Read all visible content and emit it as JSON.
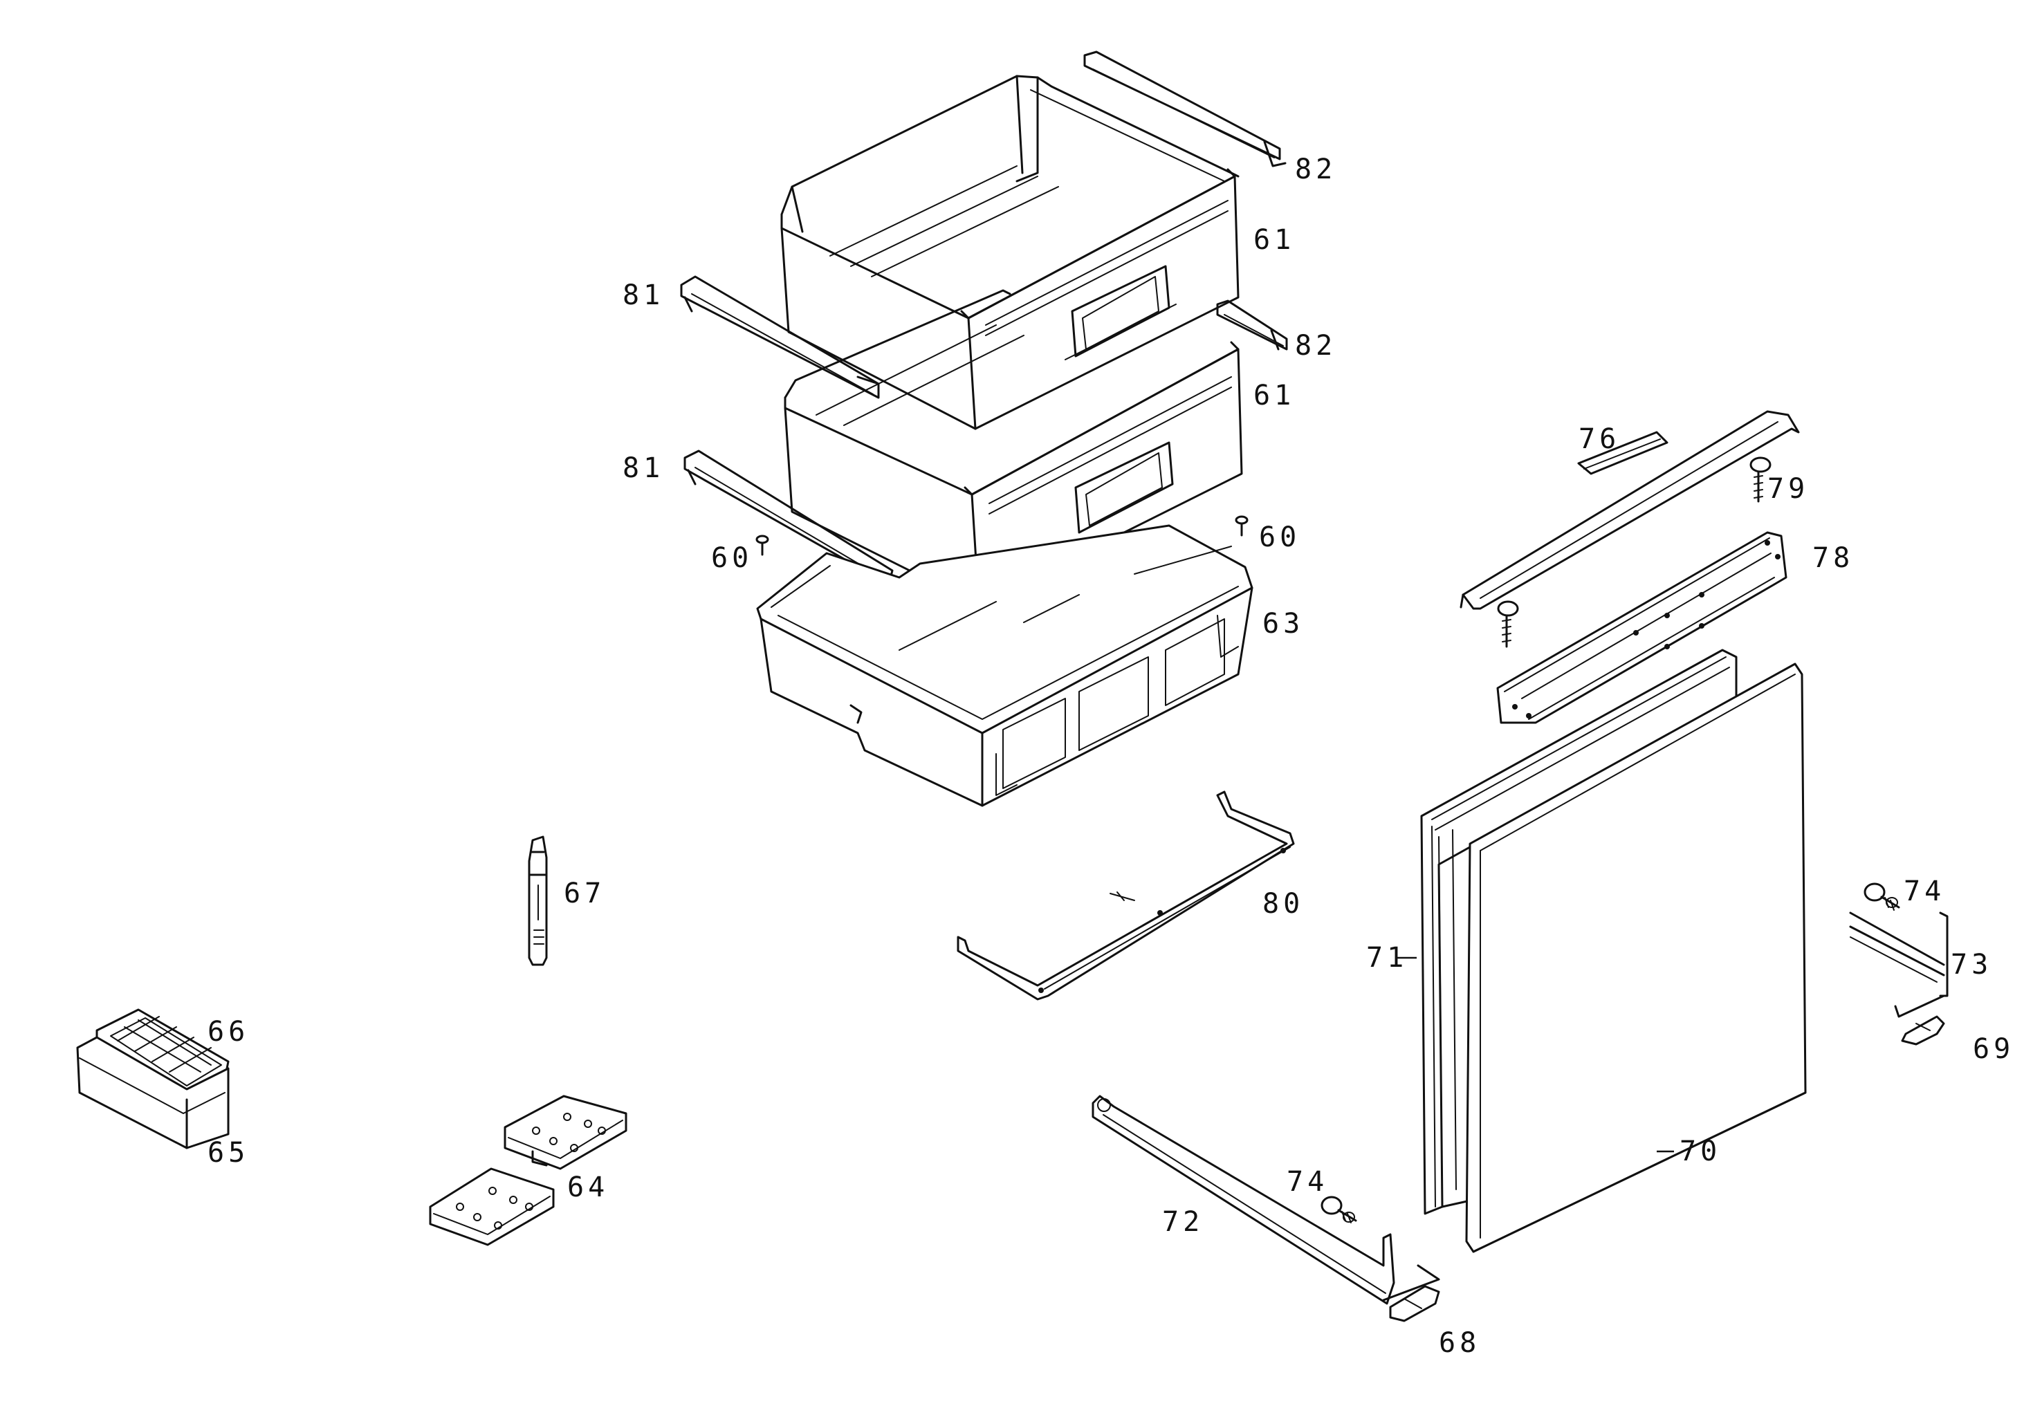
{
  "callouts": {
    "c82a": "82",
    "c61a": "61",
    "c81a": "81",
    "c82b": "82",
    "c61b": "61",
    "c81b": "81",
    "c76": "76",
    "c79": "79",
    "c60a": "60",
    "c60b": "60",
    "c78": "78",
    "c63": "63",
    "c67": "67",
    "c80": "80",
    "c74a": "74",
    "c71": "71",
    "c73": "73",
    "c66": "66",
    "c69": "69",
    "c65": "65",
    "c70": "70",
    "c74b": "74",
    "c64": "64",
    "c72": "72",
    "c68": "68"
  }
}
